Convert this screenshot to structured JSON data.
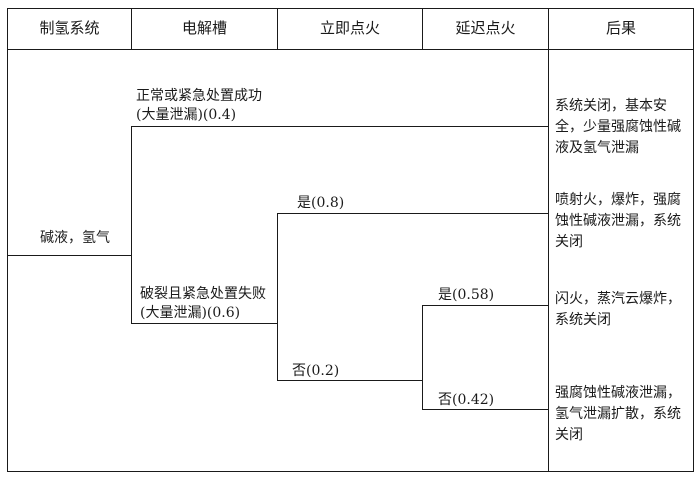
{
  "headers": {
    "system": "制氢系统",
    "electrolyzer": "电解槽",
    "immediate_ignition": "立即点火",
    "delayed_ignition": "延迟点火",
    "consequence": "后果"
  },
  "initial_event": "碱液，氢气",
  "branches": {
    "success": {
      "line1": "正常或紧急处置成功",
      "line2": "(大量泄漏)(0.4)"
    },
    "failure": {
      "line1": "破裂且紧急处置失败",
      "line2": "(大量泄漏)(0.6)"
    },
    "immediate_yes": "是(0.8)",
    "immediate_no": "否(0.2)",
    "delayed_yes": "是(0.58)",
    "delayed_no": "否(0.42)"
  },
  "outcomes": [
    "系统关闭，基本安全，少量强腐蚀性碱液及氢气泄漏",
    "喷射火，爆炸，强腐蚀性碱液泄漏，系统关闭",
    "闪火，蒸汽云爆炸，系统关闭",
    "强腐蚀性碱液泄漏，氢气泄漏扩散，系统关闭"
  ]
}
